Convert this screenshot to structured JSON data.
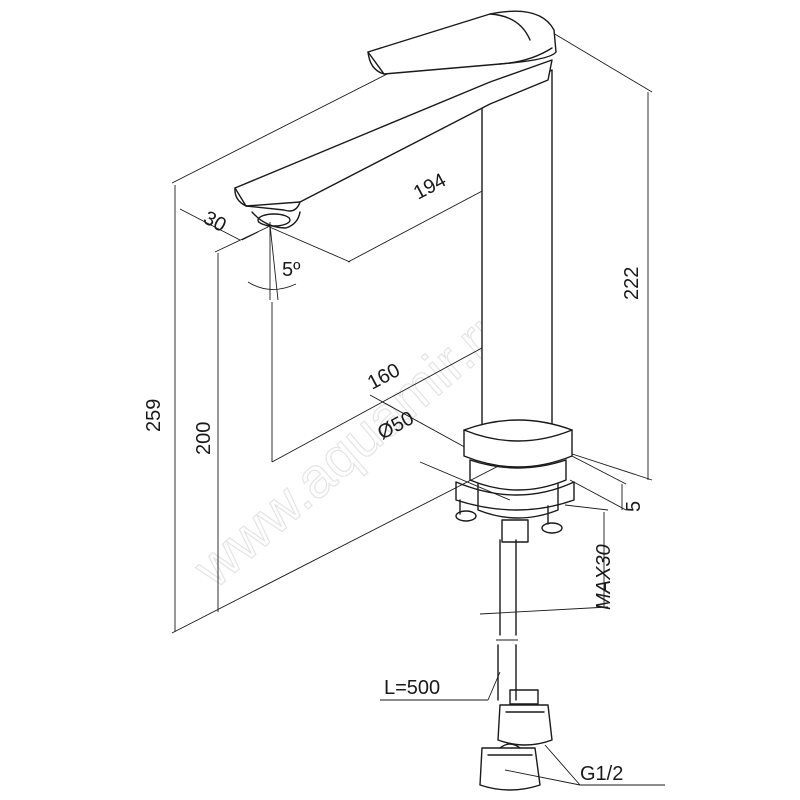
{
  "watermark": "www.aquamir.ru",
  "dimensions": {
    "total_height": "259",
    "spout_height": "200",
    "body_height": "222",
    "spout_reach": "194",
    "spout_width": "30",
    "angle": "5º",
    "center_distance": "160",
    "base_diameter": "Ø50",
    "flange": "5",
    "max_mount": "MAX30",
    "hose_length": "L=500",
    "thread": "G1/2"
  }
}
